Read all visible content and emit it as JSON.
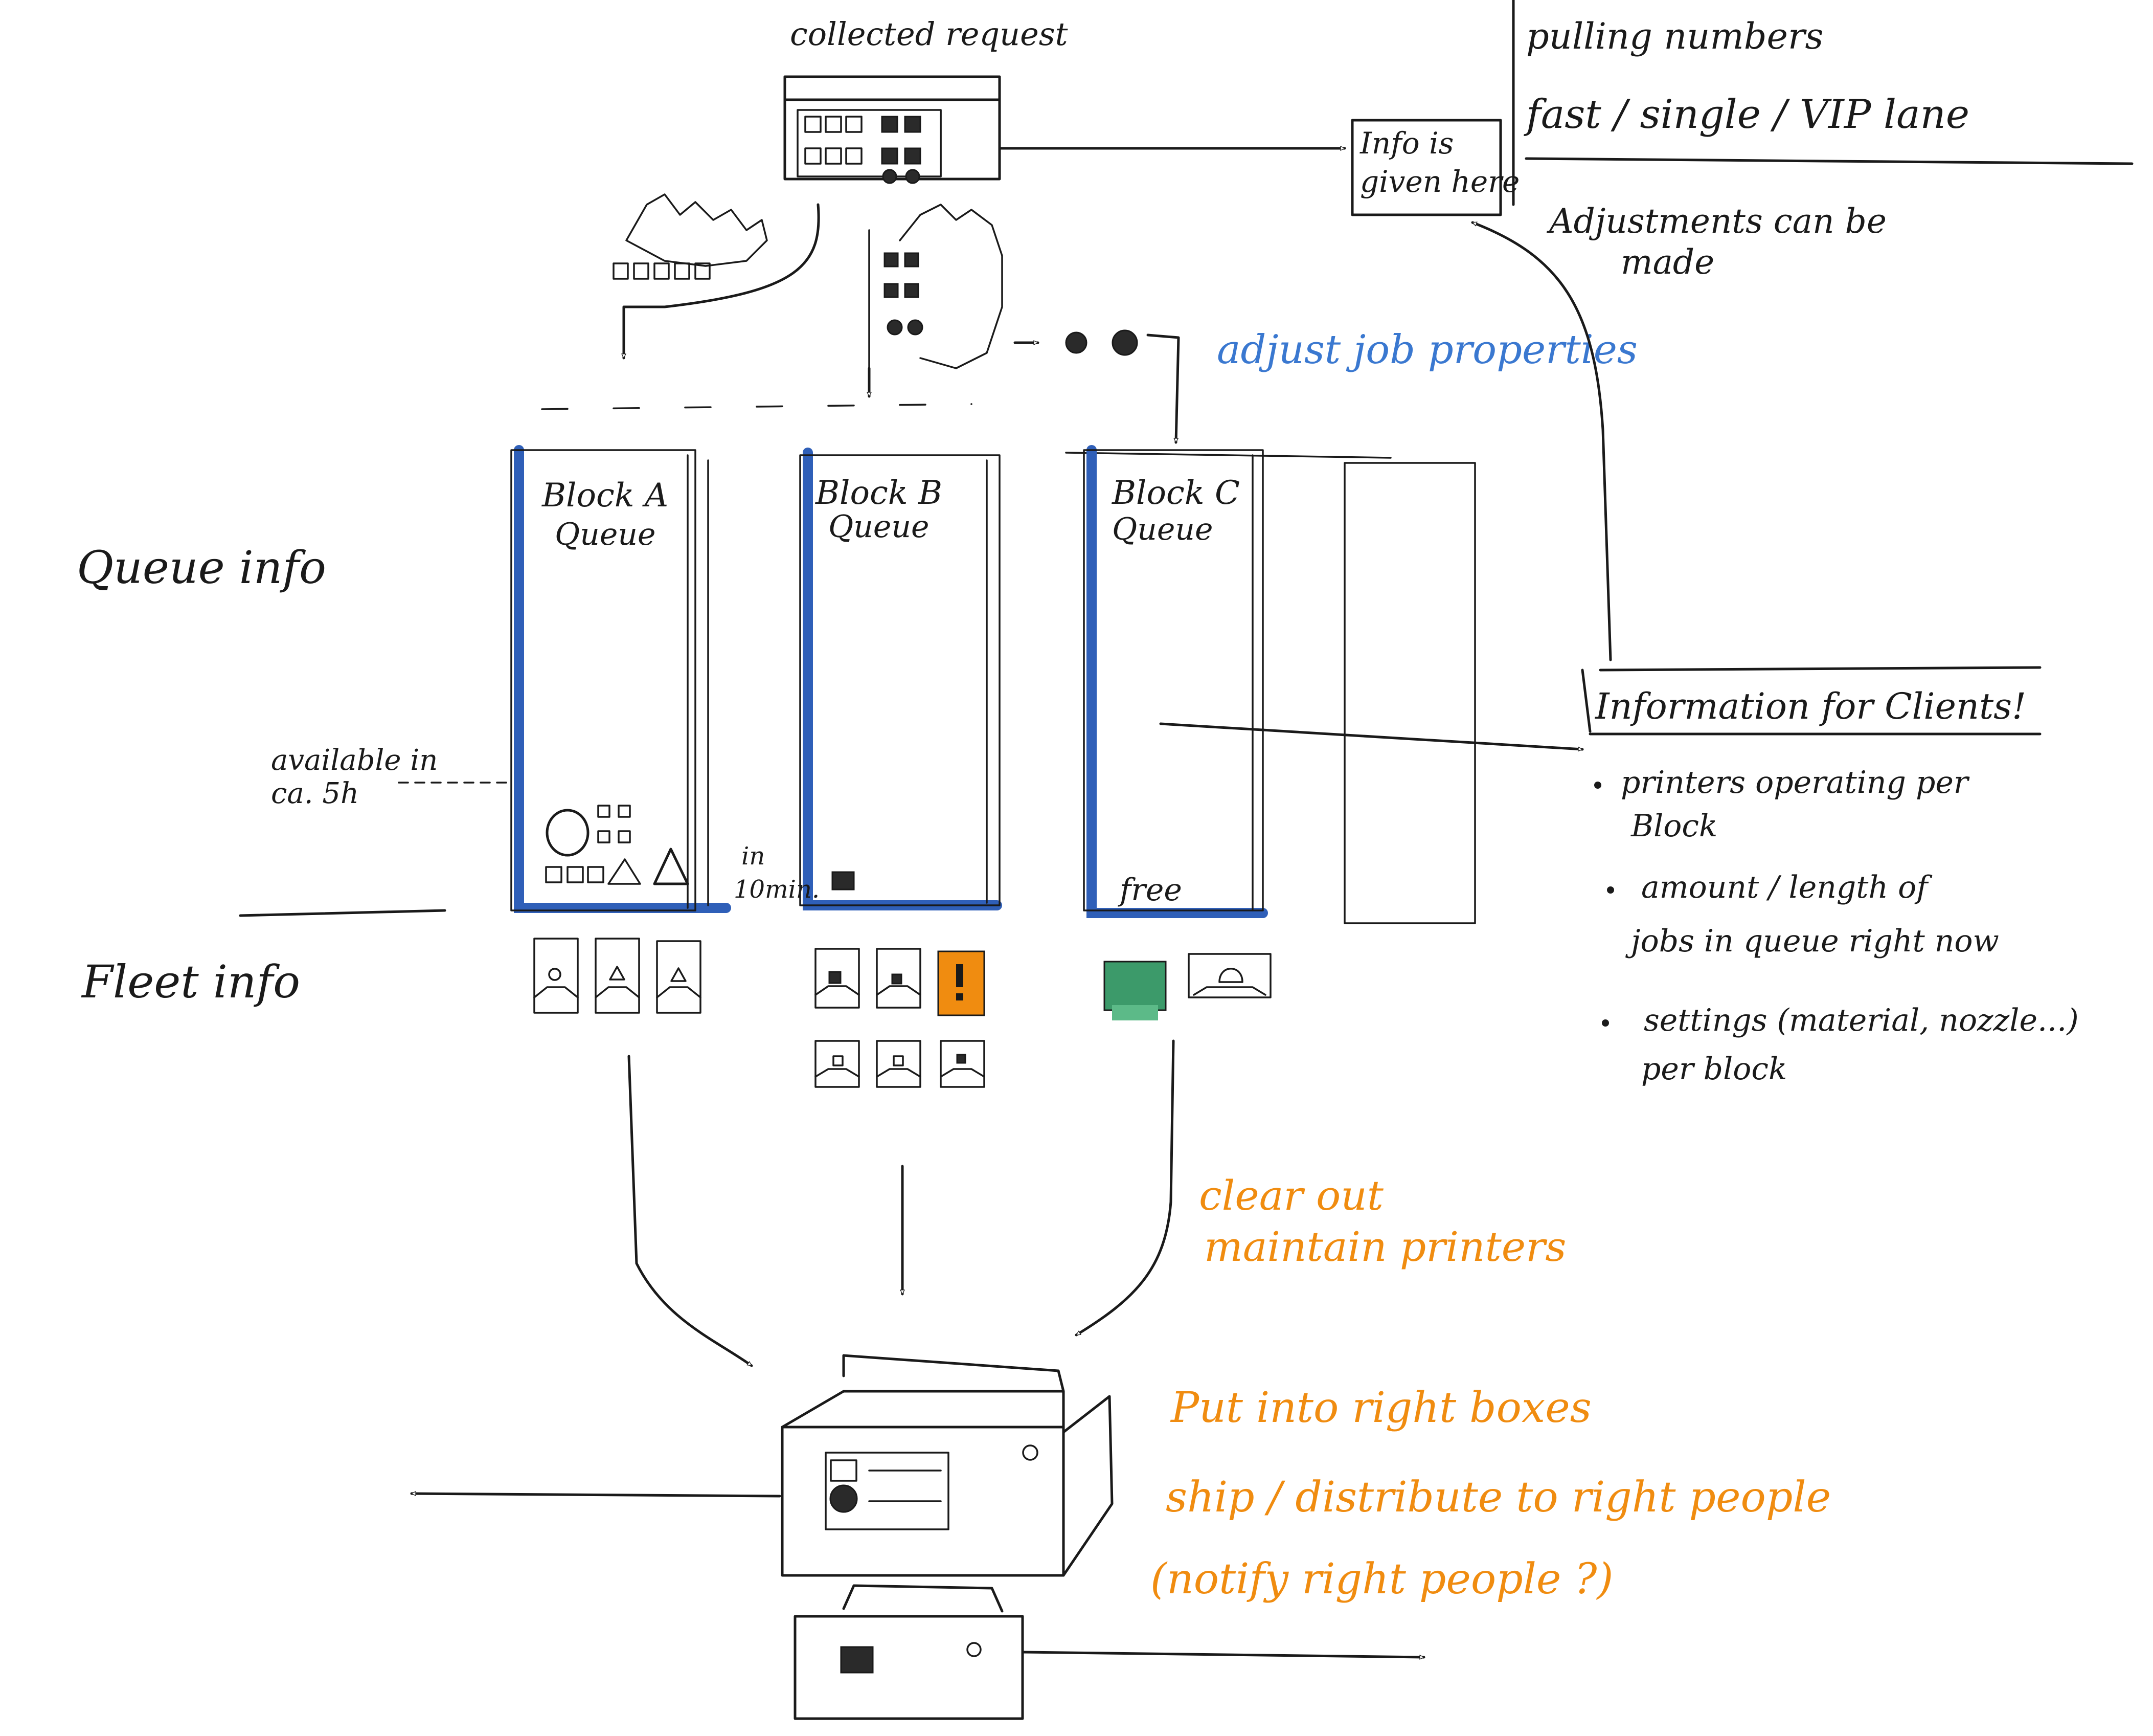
{
  "labels": {
    "collected_request": "collected request",
    "pulling_numbers": "pulling numbers",
    "lanes": "fast / single / VIP lane",
    "info_given_here": [
      "Info is",
      "given here"
    ],
    "adjustments": [
      "Adjustments can be",
      "made"
    ],
    "adjust_job_properties": "adjust job properties",
    "queue_info": "Queue info",
    "fleet_info": "Fleet info",
    "available_in": [
      "available in",
      "ca. 5h"
    ],
    "in_10min": [
      "in",
      "10min."
    ],
    "free": "free",
    "clear_out": [
      "clear out",
      "maintain printers"
    ],
    "boxes": "Put into right boxes",
    "ship": "ship / distribute to right people",
    "notify": "(notify right people ?)"
  },
  "queues": [
    {
      "title": [
        "Block A",
        "Queue"
      ]
    },
    {
      "title": [
        "Block B",
        "Queue"
      ]
    },
    {
      "title": [
        "Block C",
        "Queue"
      ]
    }
  ],
  "clients": {
    "title": "Information for Clients!",
    "bullets": [
      [
        "printers operating per",
        "Block"
      ],
      [
        "amount / length of",
        "jobs in queue right now"
      ],
      [
        "settings (material, nozzle...)",
        "per block"
      ]
    ]
  },
  "colors": {
    "queue_accent": "#2f5fb8",
    "note_blue": "#3a78d0",
    "note_orange": "#f08c10",
    "printer_warning": "#f08c10",
    "printer_free": "#3c9a6a"
  }
}
